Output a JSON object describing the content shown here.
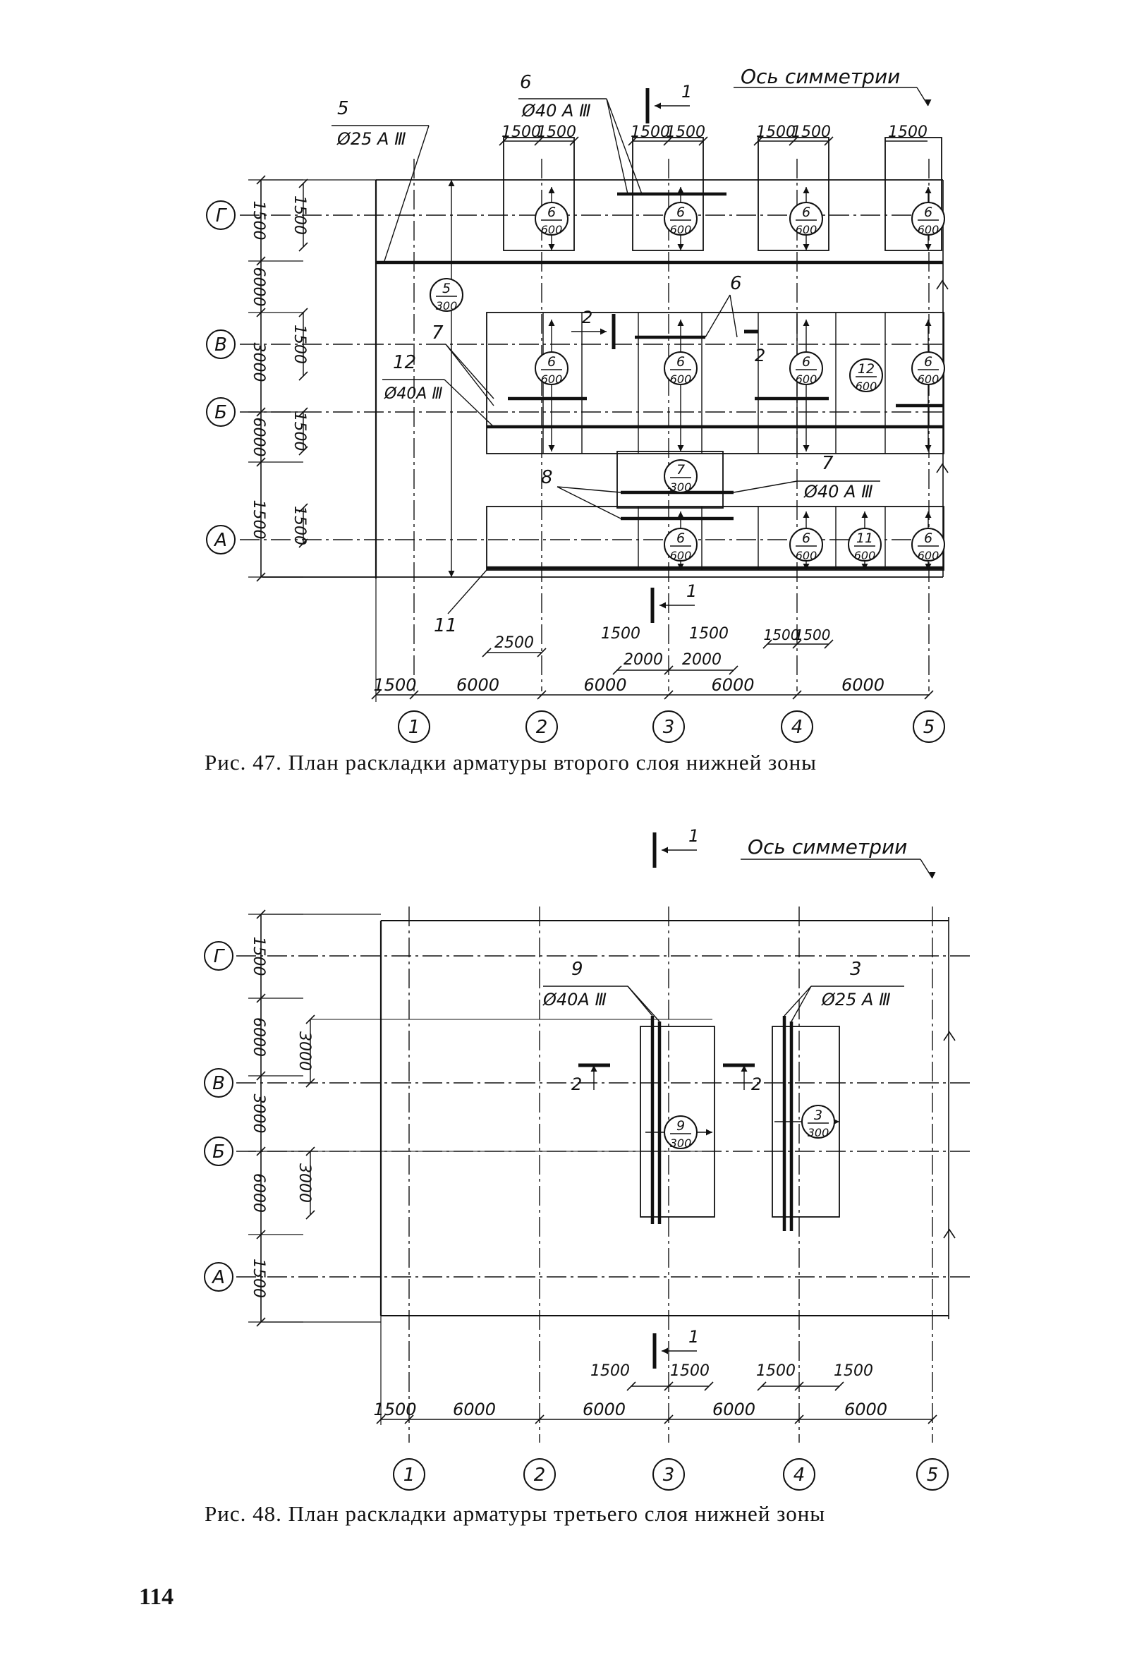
{
  "page_number": "114",
  "figure47": {
    "caption": "Рис. 47. План раскладки арматуры второго слоя нижней зоны",
    "symmetry_label": "Ось симметрии",
    "section1_label": "1",
    "section2_label": "2",
    "col_axes": [
      "1",
      "2",
      "3",
      "4",
      "5"
    ],
    "row_axes": [
      "Г",
      "В",
      "Б",
      "А"
    ],
    "bottom_dims": [
      "1500",
      "6000",
      "6000",
      "6000",
      "6000"
    ],
    "left_dims": [
      "1500",
      "6000",
      "3000",
      "6000",
      "1500"
    ],
    "left_inner_dims": [
      "1500",
      "1500",
      "1500",
      "1500"
    ],
    "top_dims": [
      "1500",
      "1500",
      "1500",
      "1500",
      "1500",
      "1500",
      "1500"
    ],
    "bottom_detail_dims": [
      "2500",
      "1500",
      "1500",
      "2000",
      "2000",
      "1500",
      "1500"
    ],
    "callouts": [
      {
        "num": "5",
        "spec": "Ø25 A Ⅲ"
      },
      {
        "num": "6",
        "spec": "Ø40 A Ⅲ"
      },
      {
        "num": "12",
        "spec": "Ø40A Ⅲ"
      },
      {
        "num": "7",
        "spec": "Ø40 A Ⅲ"
      },
      {
        "num": "7",
        "spec": ""
      },
      {
        "num": "6",
        "spec": ""
      },
      {
        "num": "8",
        "spec": ""
      },
      {
        "num": "11",
        "spec": ""
      }
    ],
    "markers": [
      {
        "num": "6",
        "step": "600"
      },
      {
        "num": "6",
        "step": "600"
      },
      {
        "num": "6",
        "step": "600"
      },
      {
        "num": "6",
        "step": "600"
      },
      {
        "num": "5",
        "step": "300"
      },
      {
        "num": "6",
        "step": "600"
      },
      {
        "num": "6",
        "step": "600"
      },
      {
        "num": "6",
        "step": "600"
      },
      {
        "num": "12",
        "step": "600"
      },
      {
        "num": "6",
        "step": "600"
      },
      {
        "num": "7",
        "step": "300"
      },
      {
        "num": "6",
        "step": "600"
      },
      {
        "num": "6",
        "step": "600"
      },
      {
        "num": "11",
        "step": "600"
      },
      {
        "num": "6",
        "step": "600"
      }
    ]
  },
  "figure48": {
    "caption": "Рис. 48. План раскладки арматуры третьего слоя нижней зоны",
    "symmetry_label": "Ось симметрии",
    "section1_label": "1",
    "section2_label": "2",
    "col_axes": [
      "1",
      "2",
      "3",
      "4",
      "5"
    ],
    "row_axes": [
      "Г",
      "В",
      "Б",
      "А"
    ],
    "bottom_dims": [
      "1500",
      "6000",
      "6000",
      "6000",
      "6000"
    ],
    "left_dims": [
      "1500",
      "6000",
      "3000",
      "6000",
      "1500"
    ],
    "left_inner_dims": [
      "3000",
      "3000"
    ],
    "bottom_detail_dims": [
      "1500",
      "1500",
      "1500",
      "1500"
    ],
    "callouts": [
      {
        "num": "9",
        "spec": "Ø40A Ⅲ"
      },
      {
        "num": "3",
        "spec": "Ø25 A Ⅲ"
      }
    ],
    "markers": [
      {
        "num": "9",
        "step": "300"
      },
      {
        "num": "3",
        "step": "300"
      }
    ]
  }
}
